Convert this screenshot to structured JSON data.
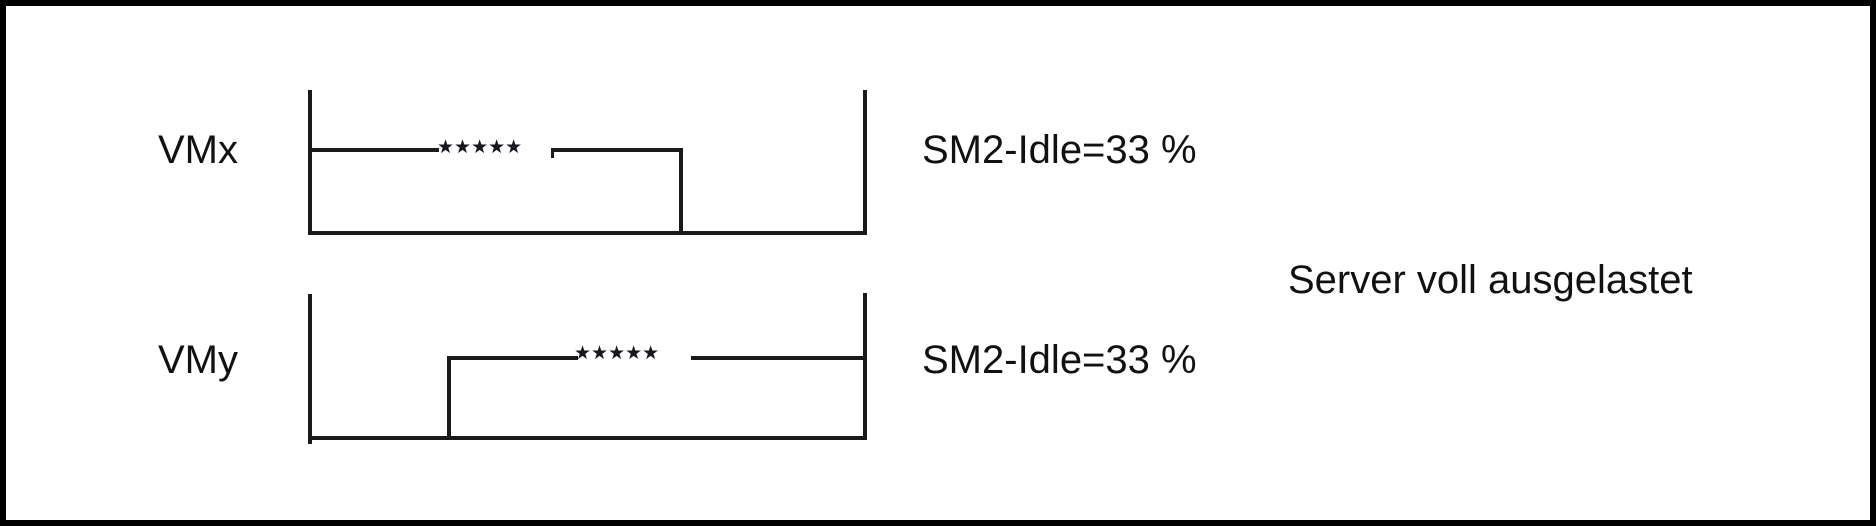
{
  "colors": {
    "ink": "#1a1a1a",
    "text": "#111111",
    "background": "#ffffff",
    "frame_border": "#000000"
  },
  "diagrams": [
    {
      "id": "vmx",
      "label": "VMx",
      "idle_text": "SM2-Idle=33 %",
      "interrupt_marks": "★★★★★"
    },
    {
      "id": "vmy",
      "label": "VMy",
      "idle_text": "SM2-Idle=33 %",
      "interrupt_marks": "★★★★★"
    }
  ],
  "annotation": {
    "text": "Server voll ausgelastet"
  }
}
